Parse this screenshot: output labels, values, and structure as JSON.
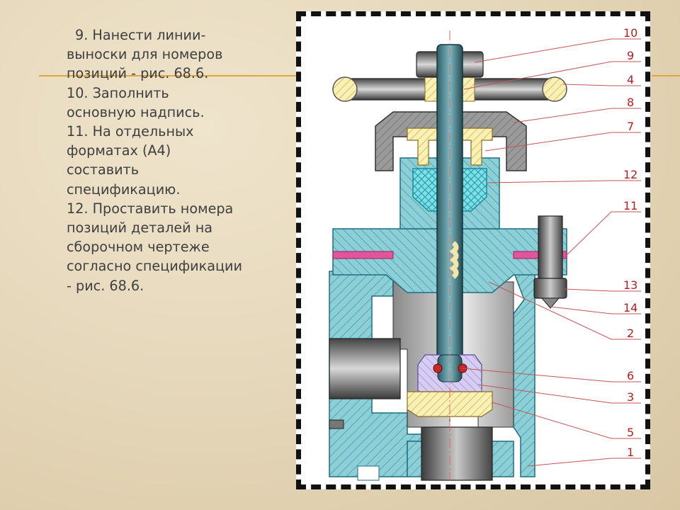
{
  "slide": {
    "lines": [
      "9. Нанести линии-",
      "выноски для номеров",
      "позиций - рис. 68.6.",
      "10. Заполнить",
      "основную надпись.",
      "11. На отдельных",
      "форматах (А4)",
      "составить",
      "спецификацию.",
      "12. Проставить номера",
      "позиций деталей на",
      "сборочном чертеже",
      "согласно спецификации",
      "- рис. 68.6."
    ]
  },
  "diagram": {
    "callouts": [
      "10",
      "9",
      "4",
      "8",
      "7",
      "12",
      "11",
      "13",
      "14",
      "2",
      "6",
      "3",
      "5",
      "1"
    ]
  },
  "colors": {
    "background": "#e3d4b6",
    "accent": "#e0a63a",
    "text": "#3f3f3f",
    "hatch": "#3aa0b5",
    "fill_teal": "#8ecfd6",
    "callout": "#b02020"
  }
}
